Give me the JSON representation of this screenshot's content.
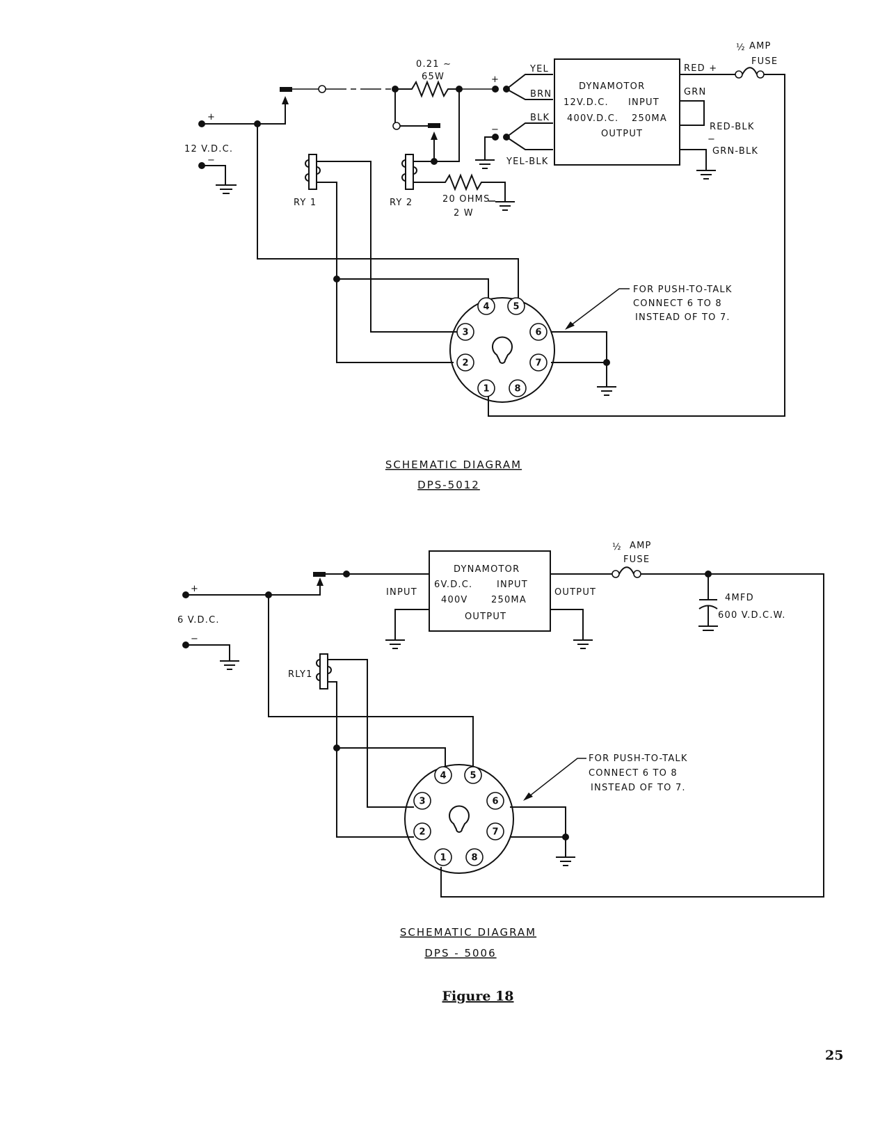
{
  "page": {
    "figure_label": "Figure 18",
    "page_number": "25"
  },
  "diagram_top": {
    "caption_title": "SCHEMATIC DIAGRAM",
    "caption_model": "DPS-5012",
    "supply_label": "12 V.D.C.",
    "supply_plus": "+",
    "supply_minus": "−",
    "resistor1_value": "0.21 ∼",
    "resistor1_power": "65W",
    "resistor2_value": "20 OHMS",
    "resistor2_power": "2 W",
    "relay1_label": "RY 1",
    "relay2_label": "RY 2",
    "dynamotor": {
      "line1": "DYNAMOTOR",
      "line2a": "12V.D.C.",
      "line2b": "INPUT",
      "line3a": "400V.D.C.",
      "line3b": "250MA",
      "line4": "OUTPUT"
    },
    "wire_labels": {
      "yel": "YEL",
      "brn": "BRN",
      "blk": "BLK",
      "yel_blk": "YEL-BLK",
      "red_plus": "RED +",
      "grn": "GRN",
      "red_blk": "RED-BLK",
      "grn_blk": "GRN-BLK",
      "plus": "+",
      "minus": "−"
    },
    "fuse_fraction": "½",
    "fuse_amp": "AMP",
    "fuse_label": "FUSE",
    "note": [
      "FOR PUSH-TO-TALK",
      "CONNECT 6 TO 8",
      "INSTEAD OF TO 7."
    ],
    "socket_pins": [
      "1",
      "2",
      "3",
      "4",
      "5",
      "6",
      "7",
      "8"
    ]
  },
  "diagram_bottom": {
    "caption_title": "SCHEMATIC DIAGRAM",
    "caption_model": "DPS - 5006",
    "supply_label": "6 V.D.C.",
    "supply_plus": "+",
    "supply_minus": "−",
    "relay_label": "RLY1",
    "input_label": "INPUT",
    "output_label": "OUTPUT",
    "dynamotor": {
      "line1": "DYNAMOTOR",
      "line2a": "6V.D.C.",
      "line2b": "INPUT",
      "line3a": "400V",
      "line3b": "250MA",
      "line4": "OUTPUT"
    },
    "fuse_fraction": "½",
    "fuse_amp": "AMP",
    "fuse_label": "FUSE",
    "capacitor_value": "4MFD",
    "capacitor_rating": "600 V.D.C.W.",
    "note": [
      "FOR PUSH-TO-TALK",
      "CONNECT 6 TO 8",
      "INSTEAD OF TO 7."
    ],
    "socket_pins": [
      "1",
      "2",
      "3",
      "4",
      "5",
      "6",
      "7",
      "8"
    ]
  }
}
